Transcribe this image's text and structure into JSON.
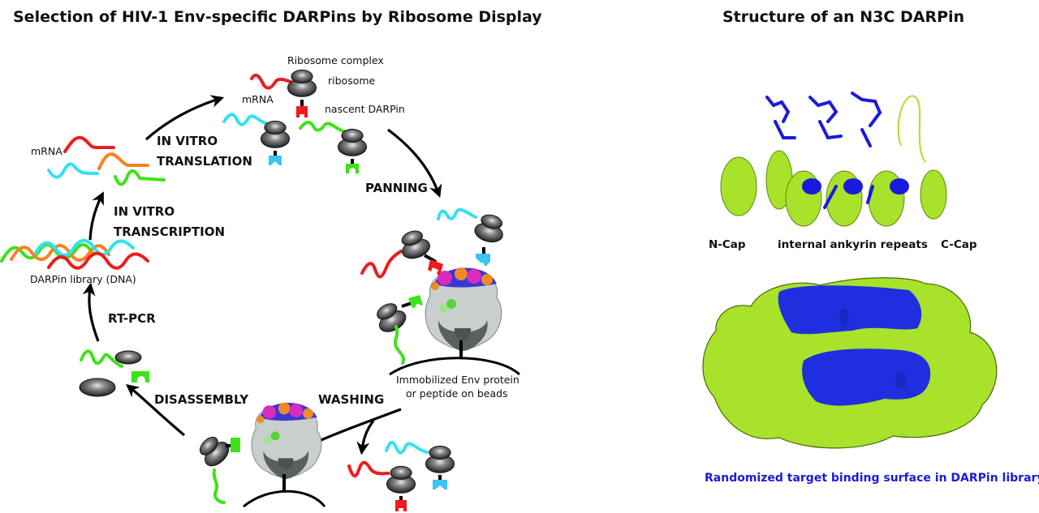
{
  "left_panel": {
    "title": "Selection of HIV-1 Env-specific DARPins by Ribosome Display",
    "steps": {
      "translation_1": "IN VITRO",
      "translation_2": "TRANSLATION",
      "transcription_1": "IN VITRO",
      "transcription_2": "TRANSCRIPTION",
      "panning": "PANNING",
      "washing": "WASHING",
      "disassembly": "DISASSEMBLY",
      "rtpcr": "RT-PCR"
    },
    "labels": {
      "mrna_left": "mRNA",
      "ribosome_complex": "Ribosome complex",
      "ribosome": "ribosome",
      "mrna_top": "mRNA",
      "nascent_darpin": "nascent DARPin",
      "darpin_library": "DARPin library (DNA)",
      "immobilized_1": "Immobilized Env protein",
      "immobilized_2": "or peptide on beads"
    }
  },
  "right_panel": {
    "title": "Structure of an N3C DARPin",
    "domain_labels": {
      "ncap": "N-Cap",
      "internal": "internal ankyrin repeats",
      "ccap": "C-Cap"
    },
    "surface_caption": "Randomized target binding surface in DARPin library"
  },
  "colors": {
    "red": "#ee1c1c",
    "cyan": "#33e0f0",
    "green": "#3ee21a",
    "orange": "#f5841f",
    "lightblue": "#3cc4f0",
    "lime": "#a8e22a",
    "blue": "#1a1adf"
  }
}
